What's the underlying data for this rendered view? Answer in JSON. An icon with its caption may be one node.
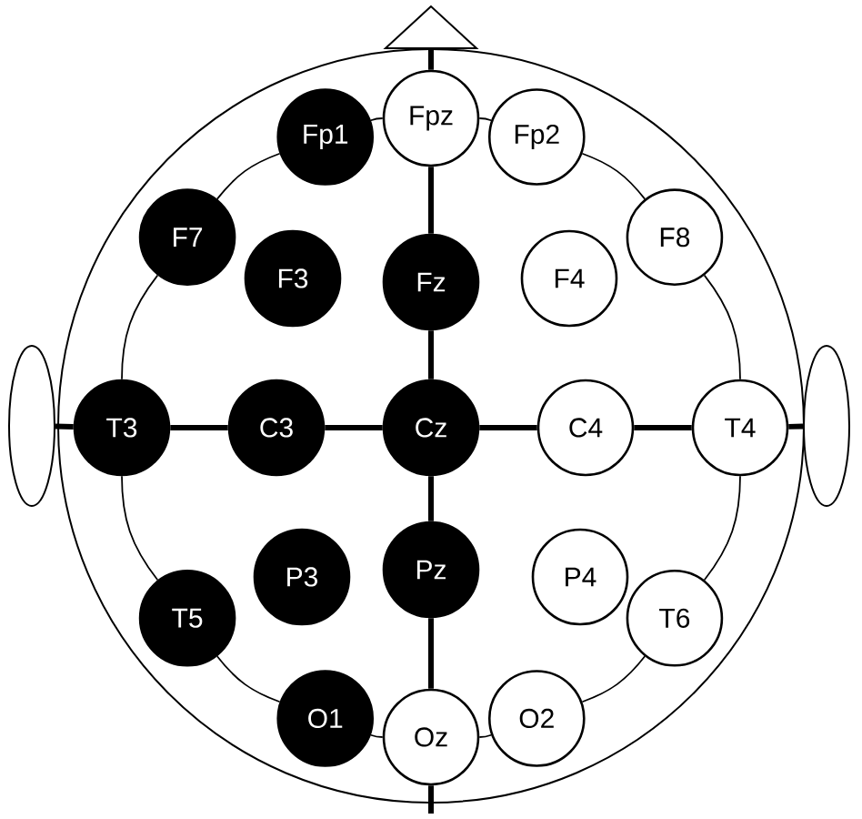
{
  "diagram": {
    "nodes": [
      {
        "text": [],
        "shape": "triangle"
      },
      {
        "text": [
          "Fp1"
        ]
      },
      {
        "text": [
          "Fpz"
        ]
      },
      {
        "text": [
          "Fp2"
        ]
      },
      {
        "text": [
          "F7"
        ]
      },
      {
        "text": [
          "F3"
        ]
      },
      {
        "text": [
          "Fz"
        ]
      },
      {
        "text": [
          "F4"
        ]
      },
      {
        "text": [
          "F8"
        ]
      },
      {
        "text": [],
        "shape": "ellipse"
      },
      {
        "text": [
          "T3"
        ]
      },
      {
        "text": [
          "C3"
        ]
      },
      {
        "text": [
          "Cz"
        ]
      },
      {
        "text": [
          "C4"
        ]
      },
      {
        "text": [
          "T4"
        ]
      },
      {
        "text": [],
        "shape": "ellipse"
      },
      {
        "text": [
          "T5"
        ]
      },
      {
        "text": [
          "P3"
        ]
      },
      {
        "text": [
          "Pz"
        ]
      },
      {
        "text": [
          "P4"
        ]
      },
      {
        "text": [
          "T6"
        ]
      },
      {
        "text": [
          "O1"
        ]
      },
      {
        "text": [
          "Oz"
        ]
      },
      {
        "text": [
          "O2"
        ]
      }
    ],
    "edges": [
      {
        "from": 0,
        "to": 2,
        "arrow": "none",
        "style": "thick"
      },
      {
        "from": 2,
        "to": 6,
        "arrow": "none",
        "style": "thick"
      },
      {
        "from": 6,
        "to": 12,
        "arrow": "none",
        "style": "thick"
      },
      {
        "from": 12,
        "to": 18,
        "arrow": "none",
        "style": "thick"
      },
      {
        "from": 18,
        "to": 22,
        "arrow": "none",
        "style": "thick"
      },
      {
        "from": 22,
        "to": null,
        "arrow": "none",
        "style": "thick"
      },
      {
        "from": 9,
        "to": 10,
        "arrow": "none",
        "style": "thick"
      },
      {
        "from": 10,
        "to": 11,
        "arrow": "none",
        "style": "thick"
      },
      {
        "from": 11,
        "to": 12,
        "arrow": "none",
        "style": "thick"
      },
      {
        "from": 12,
        "to": 13,
        "arrow": "none",
        "style": "thick"
      },
      {
        "from": 13,
        "to": 14,
        "arrow": "none",
        "style": "thick"
      },
      {
        "from": 14,
        "to": 15,
        "arrow": "none",
        "style": "thick"
      },
      {
        "from": 2,
        "to": 3,
        "arrow": "none"
      },
      {
        "from": 3,
        "to": 8,
        "arrow": "none"
      },
      {
        "from": 8,
        "to": 14,
        "arrow": "none"
      },
      {
        "from": 14,
        "to": 20,
        "arrow": "none"
      },
      {
        "from": 20,
        "to": 23,
        "arrow": "none"
      },
      {
        "from": 23,
        "to": 22,
        "arrow": "none"
      },
      {
        "from": 22,
        "to": 21,
        "arrow": "none"
      },
      {
        "from": 21,
        "to": 16,
        "arrow": "none"
      },
      {
        "from": 16,
        "to": 10,
        "arrow": "none"
      },
      {
        "from": 10,
        "to": 4,
        "arrow": "none"
      },
      {
        "from": 4,
        "to": 1,
        "arrow": "none"
      },
      {
        "from": 1,
        "to": 2,
        "arrow": "none"
      }
    ]
  }
}
